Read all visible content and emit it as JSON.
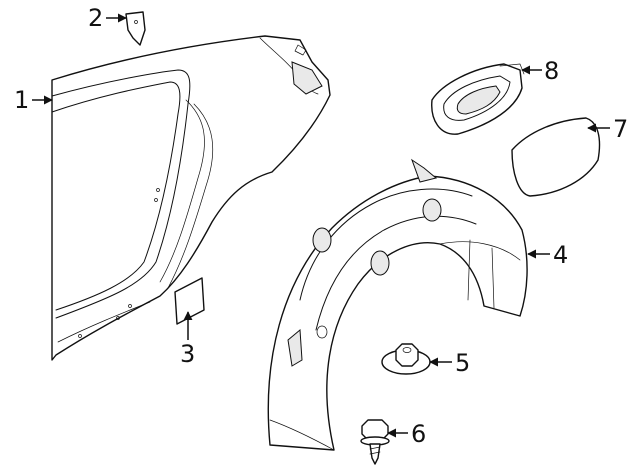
{
  "diagram": {
    "callouts": [
      {
        "id": "1",
        "label": "1"
      },
      {
        "id": "2",
        "label": "2"
      },
      {
        "id": "3",
        "label": "3"
      },
      {
        "id": "4",
        "label": "4"
      },
      {
        "id": "5",
        "label": "5"
      },
      {
        "id": "6",
        "label": "6"
      },
      {
        "id": "7",
        "label": "7"
      },
      {
        "id": "8",
        "label": "8"
      }
    ],
    "colors": {
      "line": "#111111",
      "background": "#ffffff",
      "shade": "#e9e9e9"
    }
  }
}
